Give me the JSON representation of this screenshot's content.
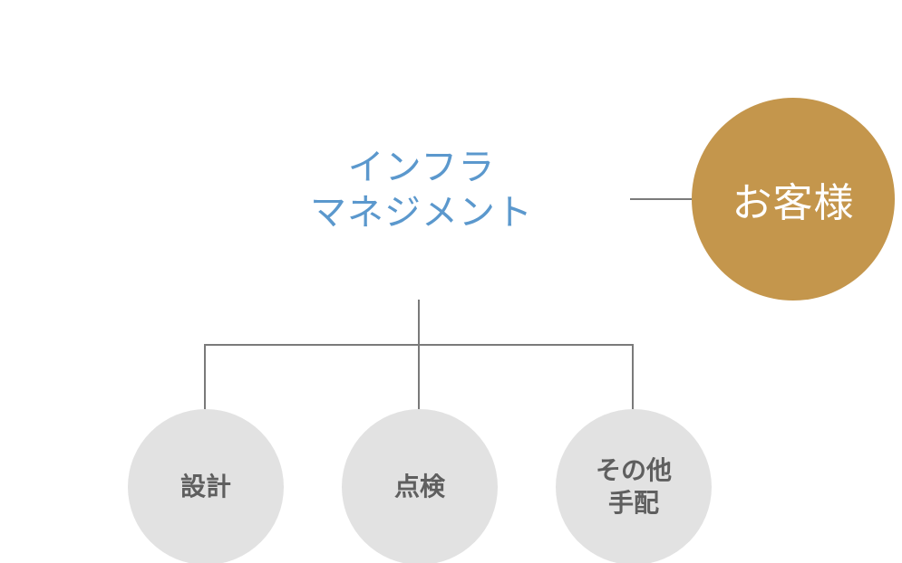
{
  "diagram": {
    "center": {
      "line1": "インフラ",
      "line2": "マネジメント"
    },
    "customer": {
      "label": "お客様"
    },
    "services": [
      {
        "label": "設計"
      },
      {
        "label": "点検"
      },
      {
        "line1": "その他",
        "line2": "手配"
      }
    ],
    "colors": {
      "title": "#5b98cd",
      "customer_bg": "#c4964c",
      "service_bg": "#e2e2e2",
      "connector": "#7a7a7a"
    }
  }
}
